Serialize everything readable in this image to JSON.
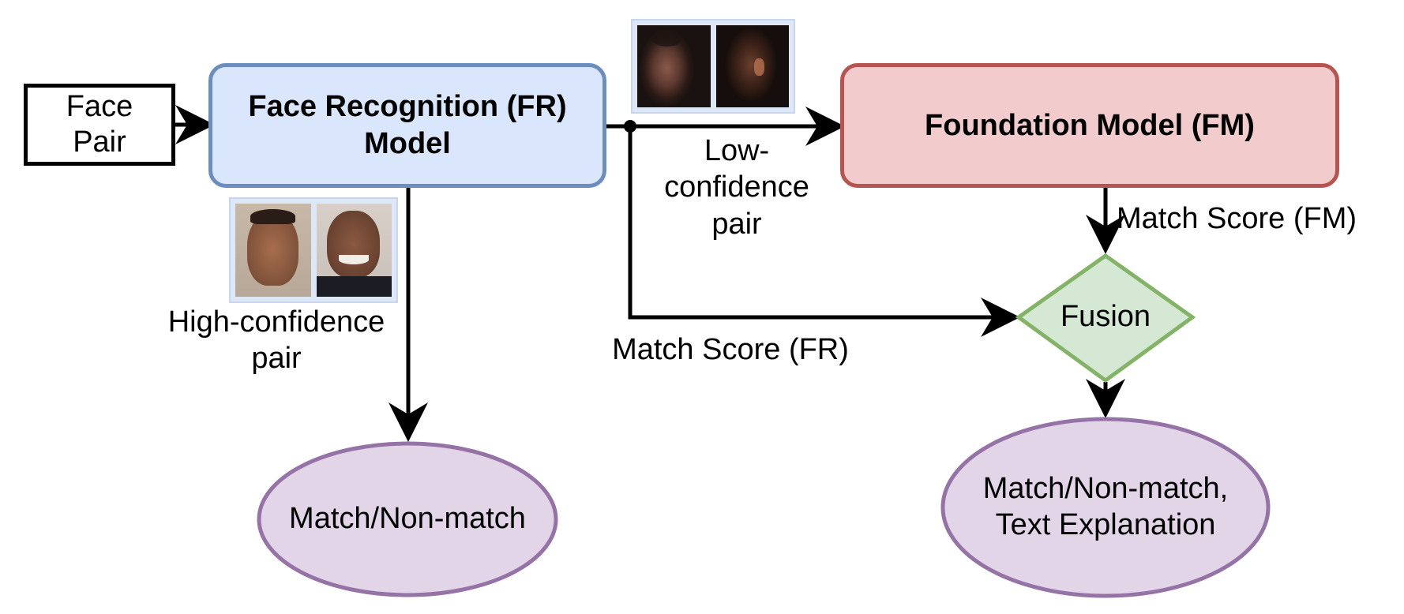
{
  "nodes": {
    "face_pair": {
      "line1": "Face",
      "line2": "Pair"
    },
    "fr_model": {
      "line1": "Face Recognition (FR)",
      "line2": "Model"
    },
    "fm_model": {
      "label": "Foundation Model (FM)"
    },
    "fusion": {
      "label": "Fusion"
    },
    "output_fr": {
      "label": "Match/Non-match"
    },
    "output_fm": {
      "line1": "Match/Non-match,",
      "line2": "Text Explanation"
    }
  },
  "edges": {
    "low_conf": {
      "line1": "Low-",
      "line2": "confidence",
      "line3": "pair"
    },
    "high_conf": {
      "line1": "High-confidence",
      "line2": "pair"
    },
    "match_score_fr": "Match Score (FR)",
    "match_score_fm": "Match Score (FM)"
  },
  "colors": {
    "fr_fill": "#dae6fb",
    "fr_stroke": "#6c8ebf",
    "fm_fill": "#f2cccc",
    "fm_stroke": "#b85450",
    "fusion_fill": "#d5e8d4",
    "fusion_stroke": "#82b366",
    "output_fill": "#e1d5e7",
    "output_stroke": "#9673a6"
  }
}
